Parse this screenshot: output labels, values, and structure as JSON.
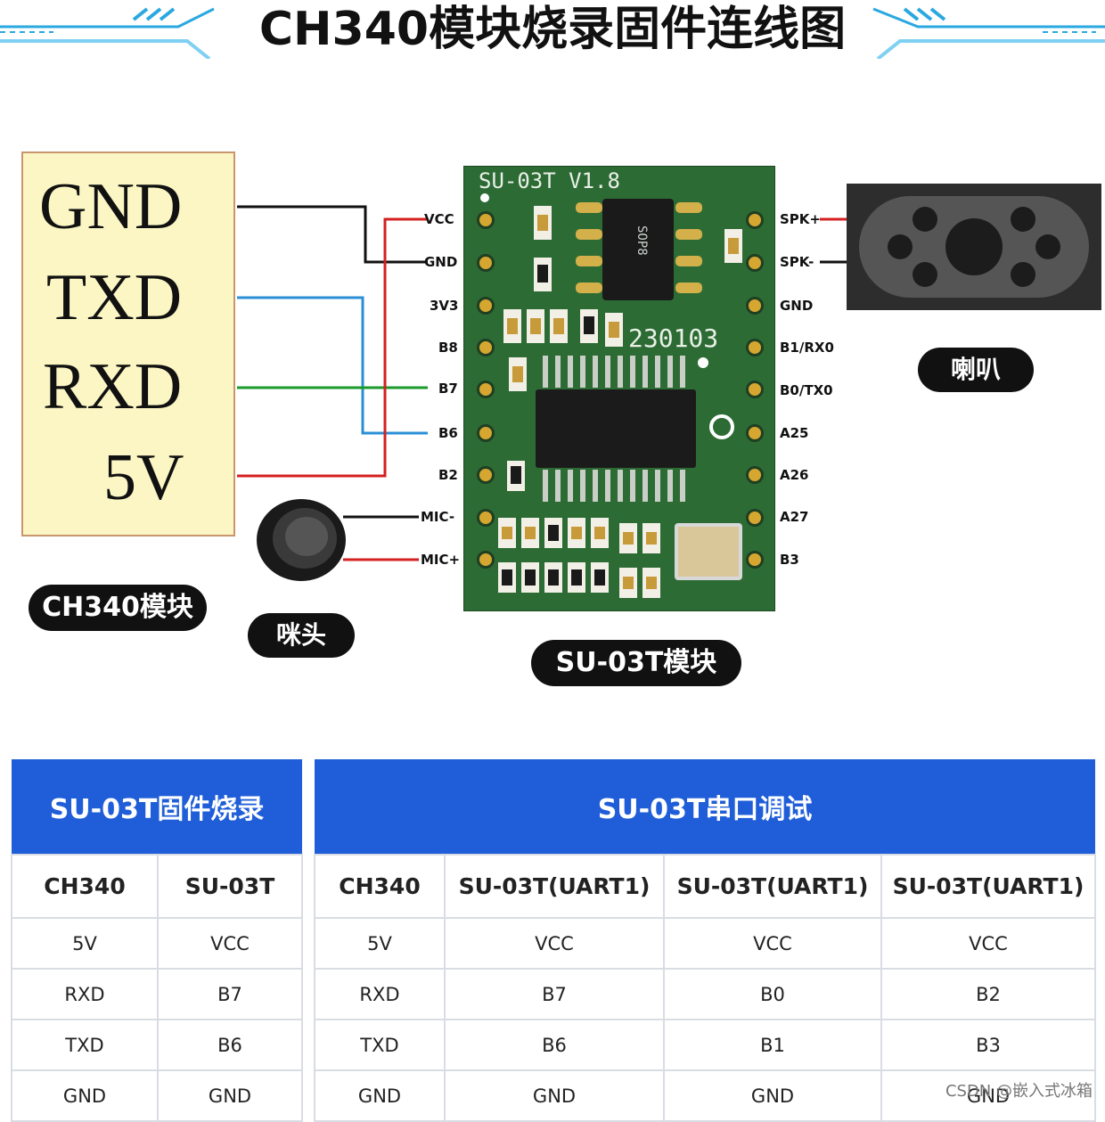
{
  "title": "CH340模块烧录固件连线图",
  "ch340_module": {
    "pins": [
      "GND",
      "TXD",
      "RXD",
      "5V"
    ],
    "label": "CH340模块"
  },
  "mic": {
    "label": "咪头"
  },
  "speaker": {
    "label": "喇叭"
  },
  "board": {
    "name": "SU-03T  V1.8",
    "chip_label": "SOP8",
    "date_code": "230103",
    "label": "SU-03T模块",
    "left_pins": [
      "VCC",
      "GND",
      "3V3",
      "B8",
      "B7",
      "B6",
      "B2",
      "MIC-",
      "MIC+"
    ],
    "right_pins": [
      "SPK+",
      "SPK-",
      "GND",
      "B1/RX0",
      "B0/TX0",
      "A25",
      "A26",
      "A27",
      "B3"
    ]
  },
  "wire_colors": {
    "gnd": "#111111",
    "vcc": "#d42020",
    "rx": "#1a9a2a",
    "tx": "#2a8fd6"
  },
  "table_flash": {
    "header": "SU-03T固件烧录",
    "columns": [
      "CH340",
      "SU-03T"
    ],
    "rows": [
      [
        "5V",
        "VCC"
      ],
      [
        "RXD",
        "B7"
      ],
      [
        "TXD",
        "B6"
      ],
      [
        "GND",
        "GND"
      ]
    ]
  },
  "table_debug": {
    "header": "SU-03T串口调试",
    "columns": [
      "CH340",
      "SU-03T(UART1)",
      "SU-03T(UART1)",
      "SU-03T(UART1)"
    ],
    "rows": [
      [
        "5V",
        "VCC",
        "VCC",
        "VCC"
      ],
      [
        "RXD",
        "B7",
        "B0",
        "B2"
      ],
      [
        "TXD",
        "B6",
        "B1",
        "B3"
      ],
      [
        "GND",
        "GND",
        "GND",
        "GND"
      ]
    ]
  },
  "watermark": "CSDN @嵌入式冰箱"
}
